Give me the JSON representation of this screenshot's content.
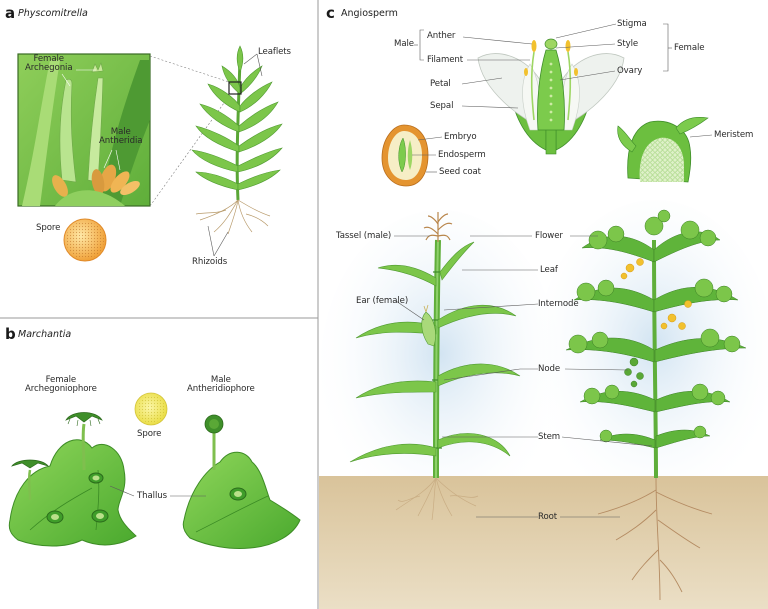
{
  "colors": {
    "plant_green": "#6cbf3f",
    "plant_dark": "#3f8e2a",
    "plant_light": "#b9e08a",
    "thallus": "#62c43e",
    "soil": "#d9c49b",
    "sky": "#e3eef6",
    "flower_yellow": "#f2c12e",
    "spore": "#f3a33a",
    "leader_line": "#5c5c5c"
  },
  "panels": {
    "a": {
      "letter": "a",
      "title": "Physcomitrella",
      "labels": {
        "female_archegonia": "Female\nArchegonia",
        "male_antheridia": "Male\nAntheridia",
        "leaflets": "Leaflets",
        "spore": "Spore",
        "rhizoids": "Rhizoids"
      }
    },
    "b": {
      "letter": "b",
      "title": "Marchantia",
      "labels": {
        "female_archegoniophore": "Female\nArchegoniophore",
        "spore": "Spore",
        "male_antheridiophore": "Male\nAntheridiophore",
        "thallus": "Thallus"
      }
    },
    "c": {
      "letter": "c",
      "title": "Angiosperm",
      "labels": {
        "male": "Male",
        "anther": "Anther",
        "filament": "Filament",
        "petal": "Petal",
        "sepal": "Sepal",
        "stigma": "Stigma",
        "style": "Style",
        "ovary": "Ovary",
        "female": "Female",
        "embryo": "Embryo",
        "endosperm": "Endosperm",
        "seed_coat": "Seed coat",
        "meristem": "Meristem",
        "tassel_male": "Tassel (male)",
        "ear_female": "Ear (female)",
        "flower": "Flower",
        "leaf": "Leaf",
        "internode": "Internode",
        "node": "Node",
        "stem": "Stem",
        "root": "Root"
      }
    }
  }
}
